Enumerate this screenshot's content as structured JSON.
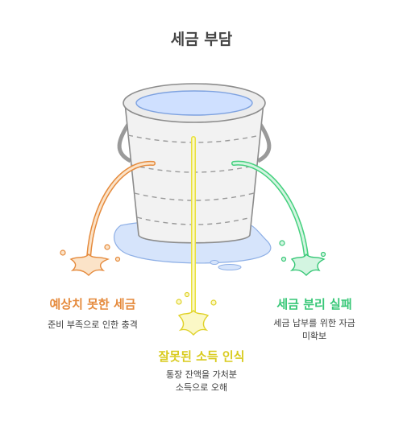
{
  "title": "세금 부담",
  "colors": {
    "orange": "#e58a3c",
    "yellow": "#e8e03a",
    "green": "#45d07e",
    "water": "#cfe0ff",
    "water_stroke": "#7ea2e0",
    "bucket": "#f2f2f2",
    "bucket_stroke": "#8c8c8c"
  },
  "items": [
    {
      "label": "예상치 못한 세금",
      "desc": "준비 부족으로 인한 충격",
      "color": "#e58a3c"
    },
    {
      "label": "잘못된 소득 인식",
      "desc_lines": [
        "통장 잔액을 가처분",
        "소득으로 오해"
      ],
      "color": "#e0d22a"
    },
    {
      "label": "세금 분리 실패",
      "desc_lines": [
        "세금 납부를 위한 자금",
        "미확보"
      ],
      "color": "#37c777"
    }
  ]
}
